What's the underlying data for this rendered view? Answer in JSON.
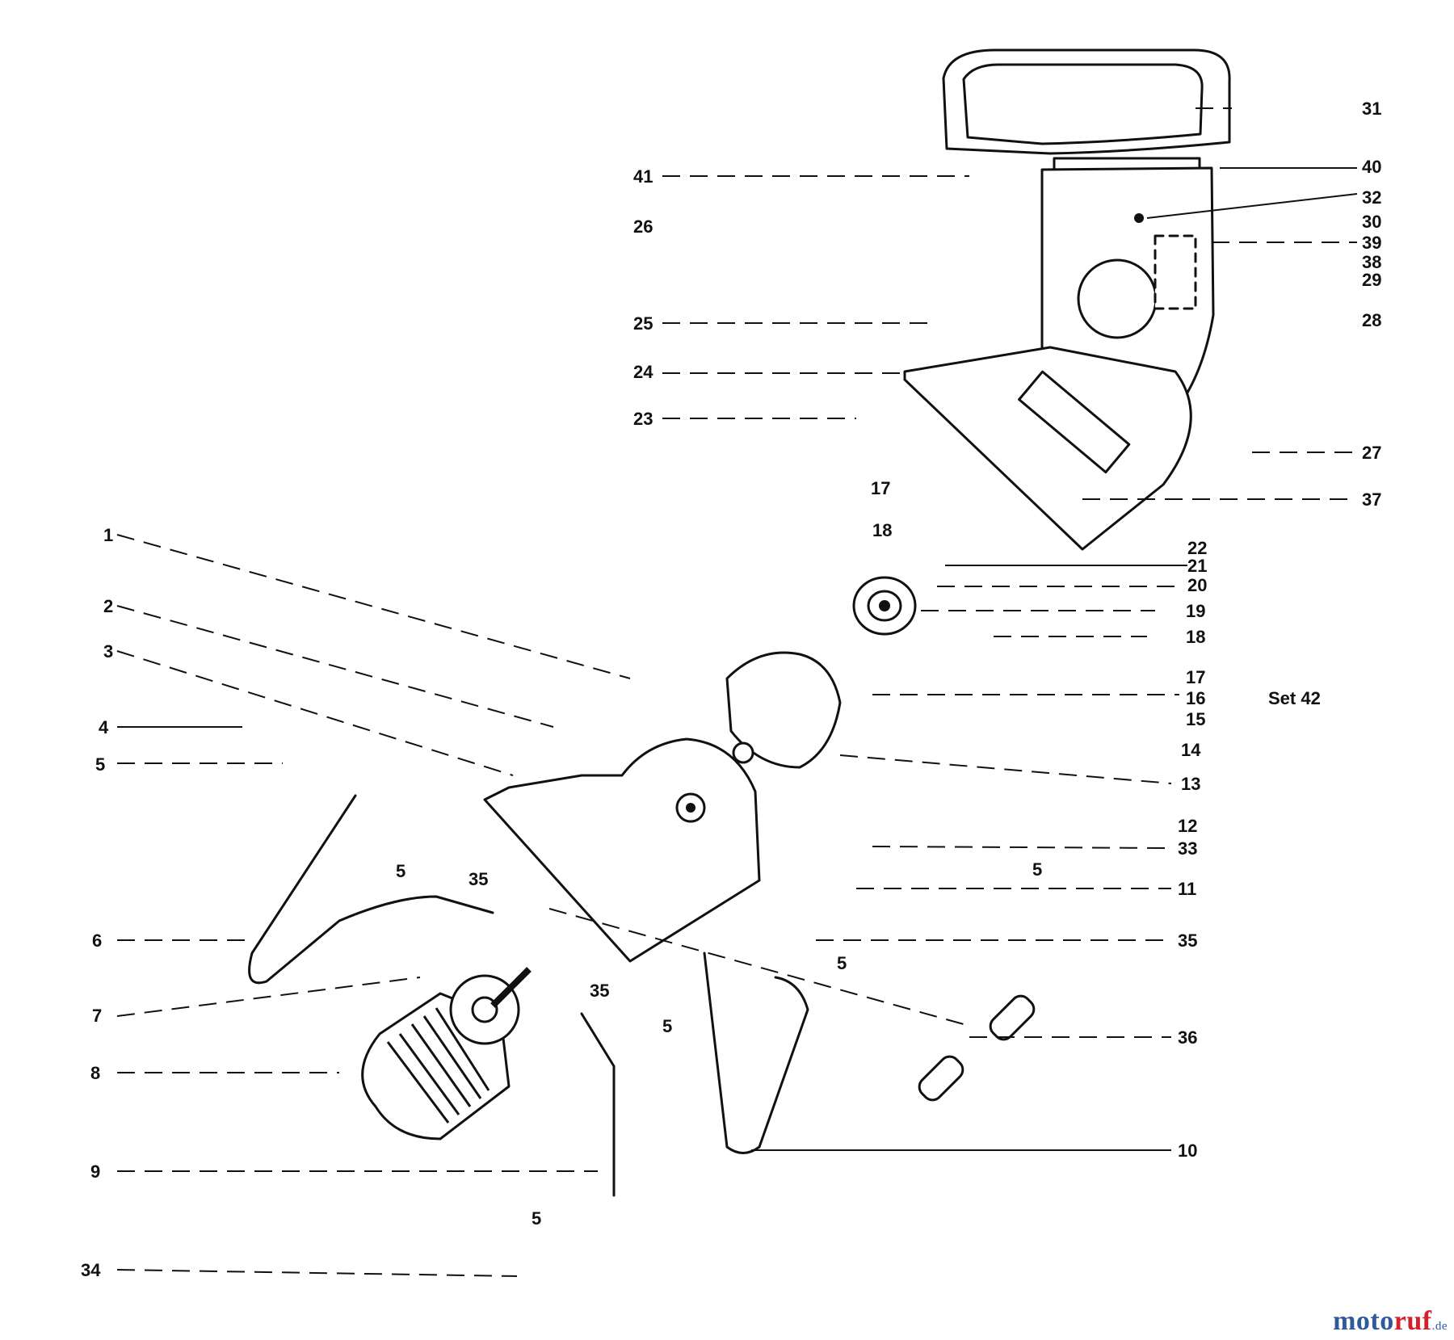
{
  "labels": {
    "l1": "1",
    "l2": "2",
    "l3": "3",
    "l4": "4",
    "l5a": "5",
    "l6": "6",
    "l7": "7",
    "l8": "8",
    "l9": "9",
    "l34": "34",
    "l5b": "5",
    "l35b": "35",
    "l5c": "5",
    "l5d": "5",
    "l5e": "5",
    "l35c": "35",
    "l5f": "5",
    "l35r": "35",
    "l36": "36",
    "l10": "10",
    "l11": "11",
    "l33": "33",
    "l12": "12",
    "l13": "13",
    "l14": "14",
    "l15": "15",
    "l16": "16",
    "l17a": "17",
    "l18a": "18",
    "l19": "19",
    "l20": "20",
    "l21": "21",
    "l22": "22",
    "l37": "37",
    "l27": "27",
    "l28": "28",
    "l29": "29",
    "l38": "38",
    "l39": "39",
    "l30": "30",
    "l32": "32",
    "l40": "40",
    "l31": "31",
    "l41": "41",
    "l26": "26",
    "l25": "25",
    "l24": "24",
    "l23": "23",
    "l17b": "17",
    "l18b": "18",
    "set42": "Set 42"
  },
  "watermark": {
    "part1": "moto",
    "part2": "ruf",
    "part3": ".de"
  }
}
